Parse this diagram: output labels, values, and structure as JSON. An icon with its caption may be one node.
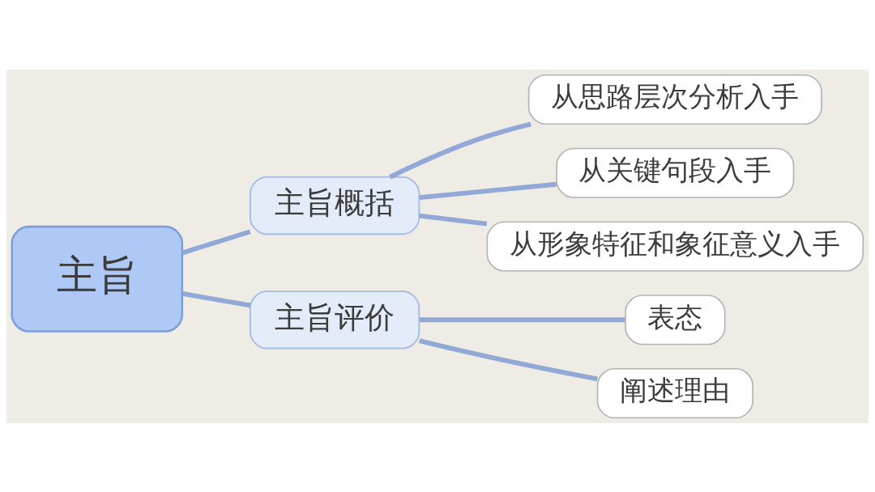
{
  "diagram": {
    "nodes": [
      {
        "text": [
          "主旨"
        ]
      },
      {
        "text": [
          "主旨概括"
        ]
      },
      {
        "text": [
          "主旨评价"
        ]
      },
      {
        "text": [
          "从思路层次分析入手"
        ]
      },
      {
        "text": [
          "从关键句段入手"
        ]
      },
      {
        "text": [
          "从形象特征和象征意义入手"
        ]
      },
      {
        "text": [
          "表态"
        ]
      },
      {
        "text": [
          "阐述理由"
        ]
      }
    ],
    "edges": [
      {
        "from": 0,
        "to": 1,
        "arrow": "none"
      },
      {
        "from": 0,
        "to": 2,
        "arrow": "none"
      },
      {
        "from": 1,
        "to": 3,
        "arrow": "none"
      },
      {
        "from": 1,
        "to": 4,
        "arrow": "none"
      },
      {
        "from": 1,
        "to": 5,
        "arrow": "none"
      },
      {
        "from": 2,
        "to": 6,
        "arrow": "none"
      },
      {
        "from": 2,
        "to": 7,
        "arrow": "none"
      }
    ]
  }
}
